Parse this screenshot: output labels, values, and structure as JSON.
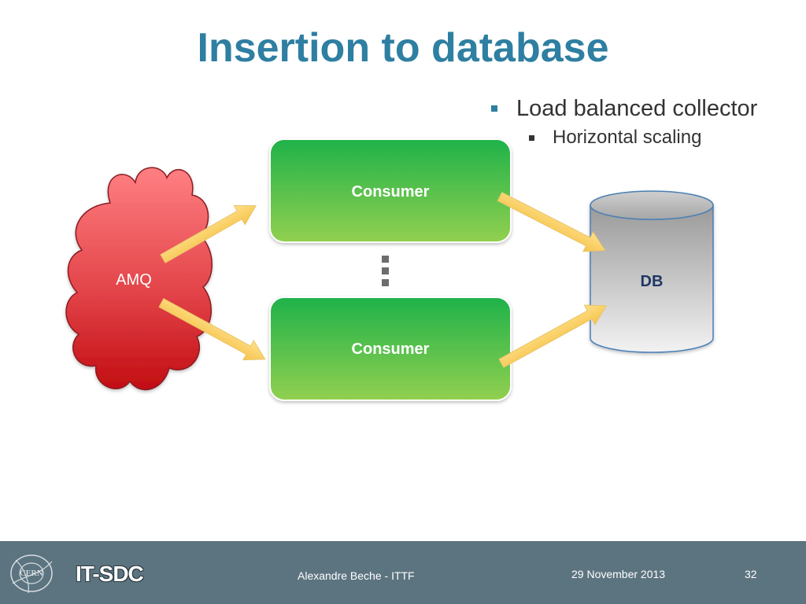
{
  "slide": {
    "title": "Insertion to database",
    "bullets": [
      {
        "level": 1,
        "text": "Load balanced collector"
      },
      {
        "level": 2,
        "text": "Horizontal scaling"
      }
    ]
  },
  "diagram": {
    "source_label": "AMQ",
    "consumer_top_label": "Consumer",
    "consumer_bottom_label": "Consumer",
    "database_label": "DB",
    "colors": {
      "cloud": "#d9343a",
      "consumer": "#3fba4a",
      "arrow": "#fcd86a",
      "database": "#b4b4b4",
      "database_label": "#1f3864"
    }
  },
  "footer": {
    "logo_text": "CERN",
    "group": "IT-SDC",
    "author": "Alexandre Beche - ITTF",
    "date": "29 November 2013",
    "page_number": "32"
  }
}
